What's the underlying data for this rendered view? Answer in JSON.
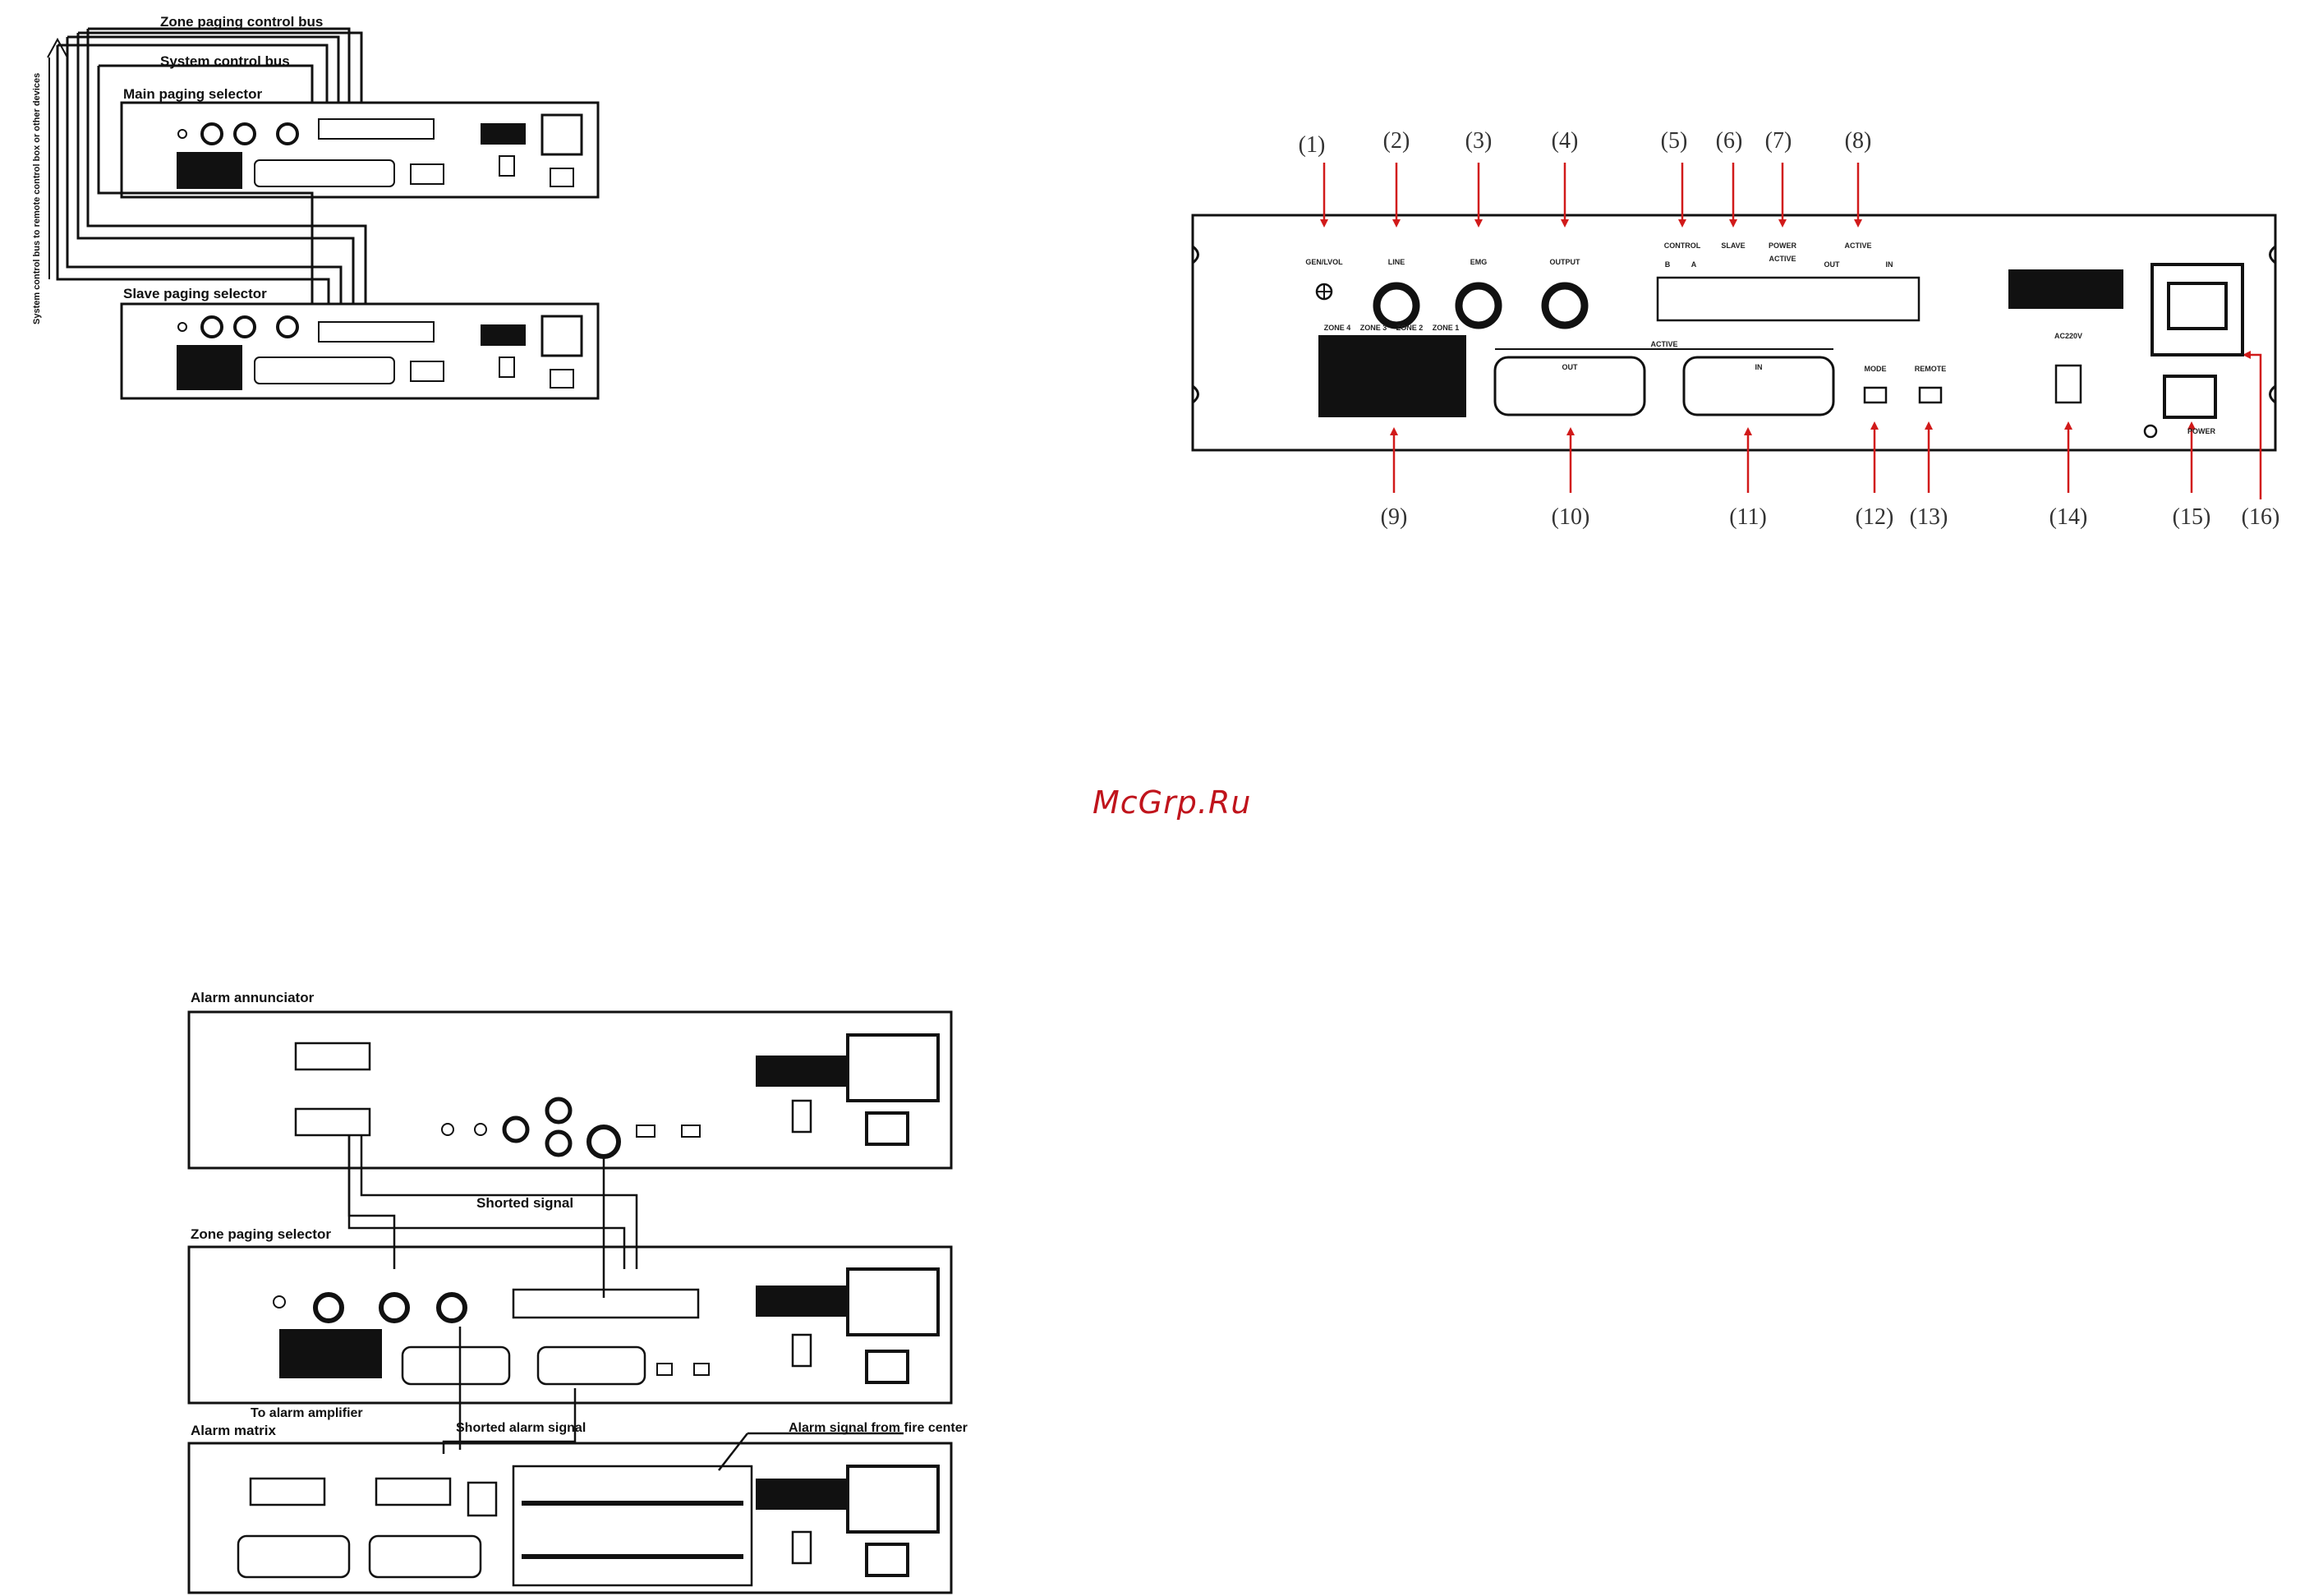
{
  "top_left": {
    "zone_bus_label": "Zone paging control bus",
    "system_bus_label": "System control bus",
    "main_selector_label": "Main paging selector",
    "slave_selector_label": "Slave paging selector",
    "vertical_label": "System control bus to remote control box or other devices"
  },
  "rear_panel": {
    "callouts": [
      "(1)",
      "(2)",
      "(3)",
      "(4)",
      "(5)",
      "(6)",
      "(7)",
      "(8)",
      "(9)",
      "(10)",
      "(11)",
      "(12)",
      "(13)",
      "(14)",
      "(15)",
      "(16)"
    ],
    "port_labels": {
      "general": "GEN/LVOL",
      "line": "LINE",
      "mic": "EMG",
      "output": "OUTPUT",
      "control": "CONTROL",
      "slave": "SLAVE",
      "power": "POWER",
      "active": "ACTIVE",
      "b": "B",
      "a": "A",
      "active_power": "ACTIVE",
      "out": "OUT",
      "in": "IN",
      "zone1": "ZONE 4",
      "zone2": "ZONE 3",
      "zone3": "ZONE 2",
      "zone4": "ZONE 1",
      "active_center": "ACTIVE",
      "db_out": "OUT",
      "db_in": "IN",
      "mode": "MODE",
      "remote": "REMOTE",
      "ac_220": "AC220V",
      "switch": "POWER"
    }
  },
  "bottom_left": {
    "alarm_annunciator_label": "Alarm annunciator",
    "shorted_signal_label": "Shorted signal",
    "zone_selector_label": "Zone paging selector",
    "to_alarm_amp_label": "To alarm amplifier",
    "alarm_matrix_label": "Alarm matrix",
    "shorted_alarm_signal_label": "Shorted alarm signal",
    "alarm_from_fire_label": "Alarm signal from fire center"
  },
  "watermark": "McGrp.Ru",
  "colors": {
    "line": "#111111",
    "panel": "#222222",
    "callout": "#d11a1a",
    "watermark": "#c0141c"
  }
}
